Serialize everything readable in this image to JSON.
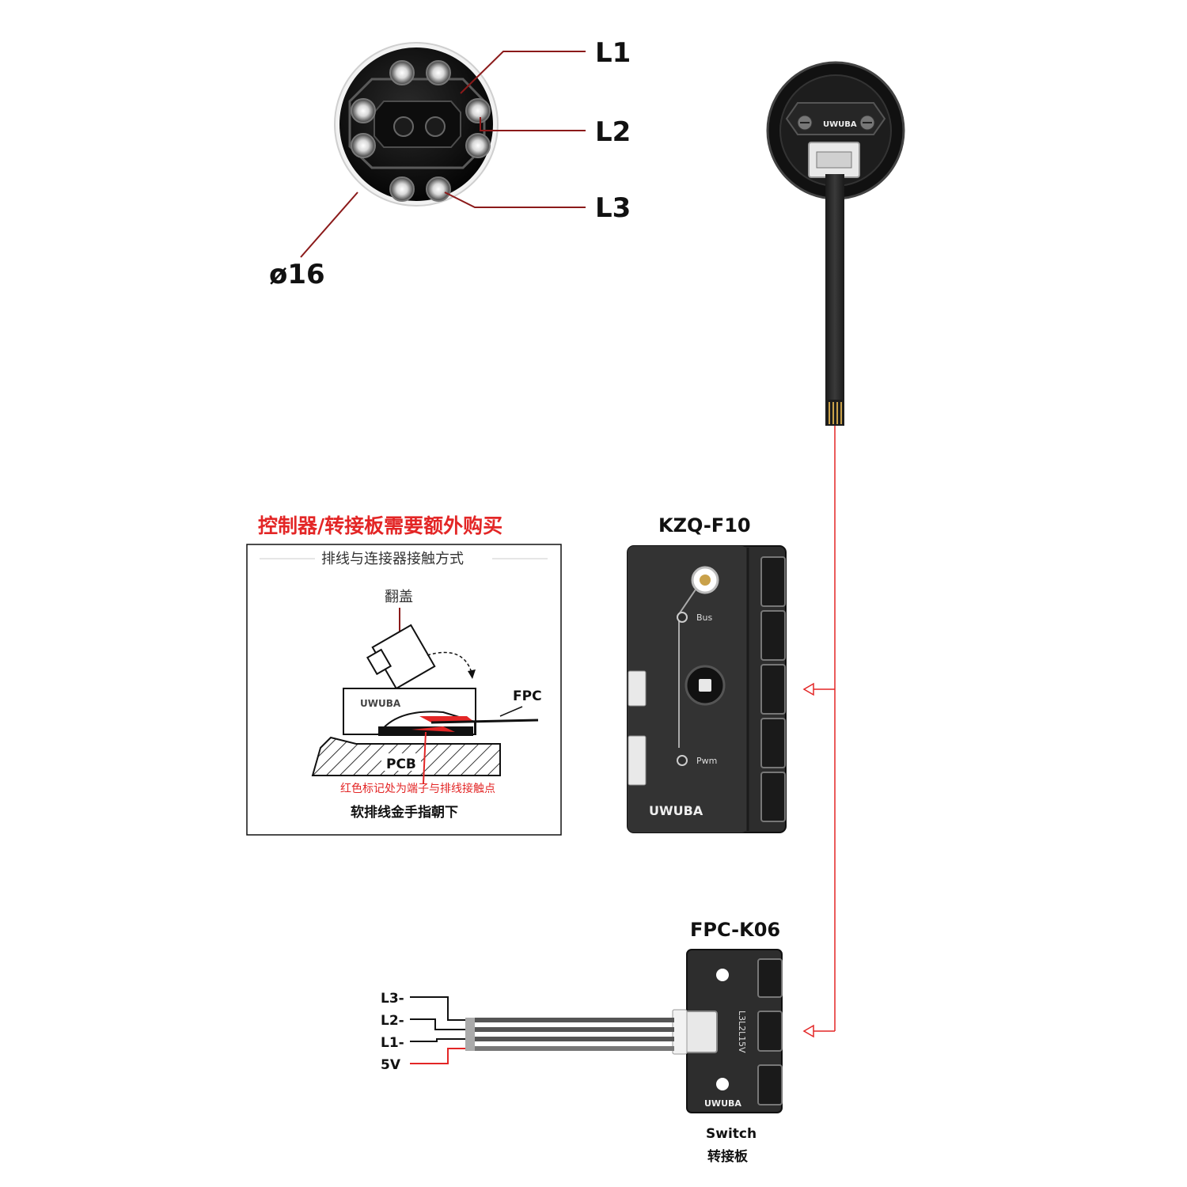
{
  "sensor": {
    "leds": {
      "l1": "L1",
      "l2": "L2",
      "l3": "L3"
    },
    "diameter": "ø16"
  },
  "notice": "控制器/转接板需要额外购买",
  "diagram_box": {
    "title": "排线与连接器接触方式",
    "flip_cover": "翻盖",
    "fpc": "FPC",
    "pcb": "PCB",
    "brand": "UWUBA",
    "red_note": "红色标记处为端子与排线接触点",
    "bottom_note": "软排线金手指朝下"
  },
  "controller": {
    "model": "KZQ-F10",
    "bus": "Bus",
    "pwm": "Pwm",
    "brand": "UWUBA"
  },
  "adapter": {
    "model": "FPC-K06",
    "caption_en": "Switch",
    "caption_cn": "转接板",
    "brand": "UWUBA",
    "wires": [
      "L3-",
      "L2-",
      "L1-",
      "5V"
    ],
    "silk": [
      "L3",
      "L2",
      "L1",
      "5V"
    ]
  },
  "colors": {
    "accent_red": "#e32626",
    "board": "#2d2d2d"
  }
}
